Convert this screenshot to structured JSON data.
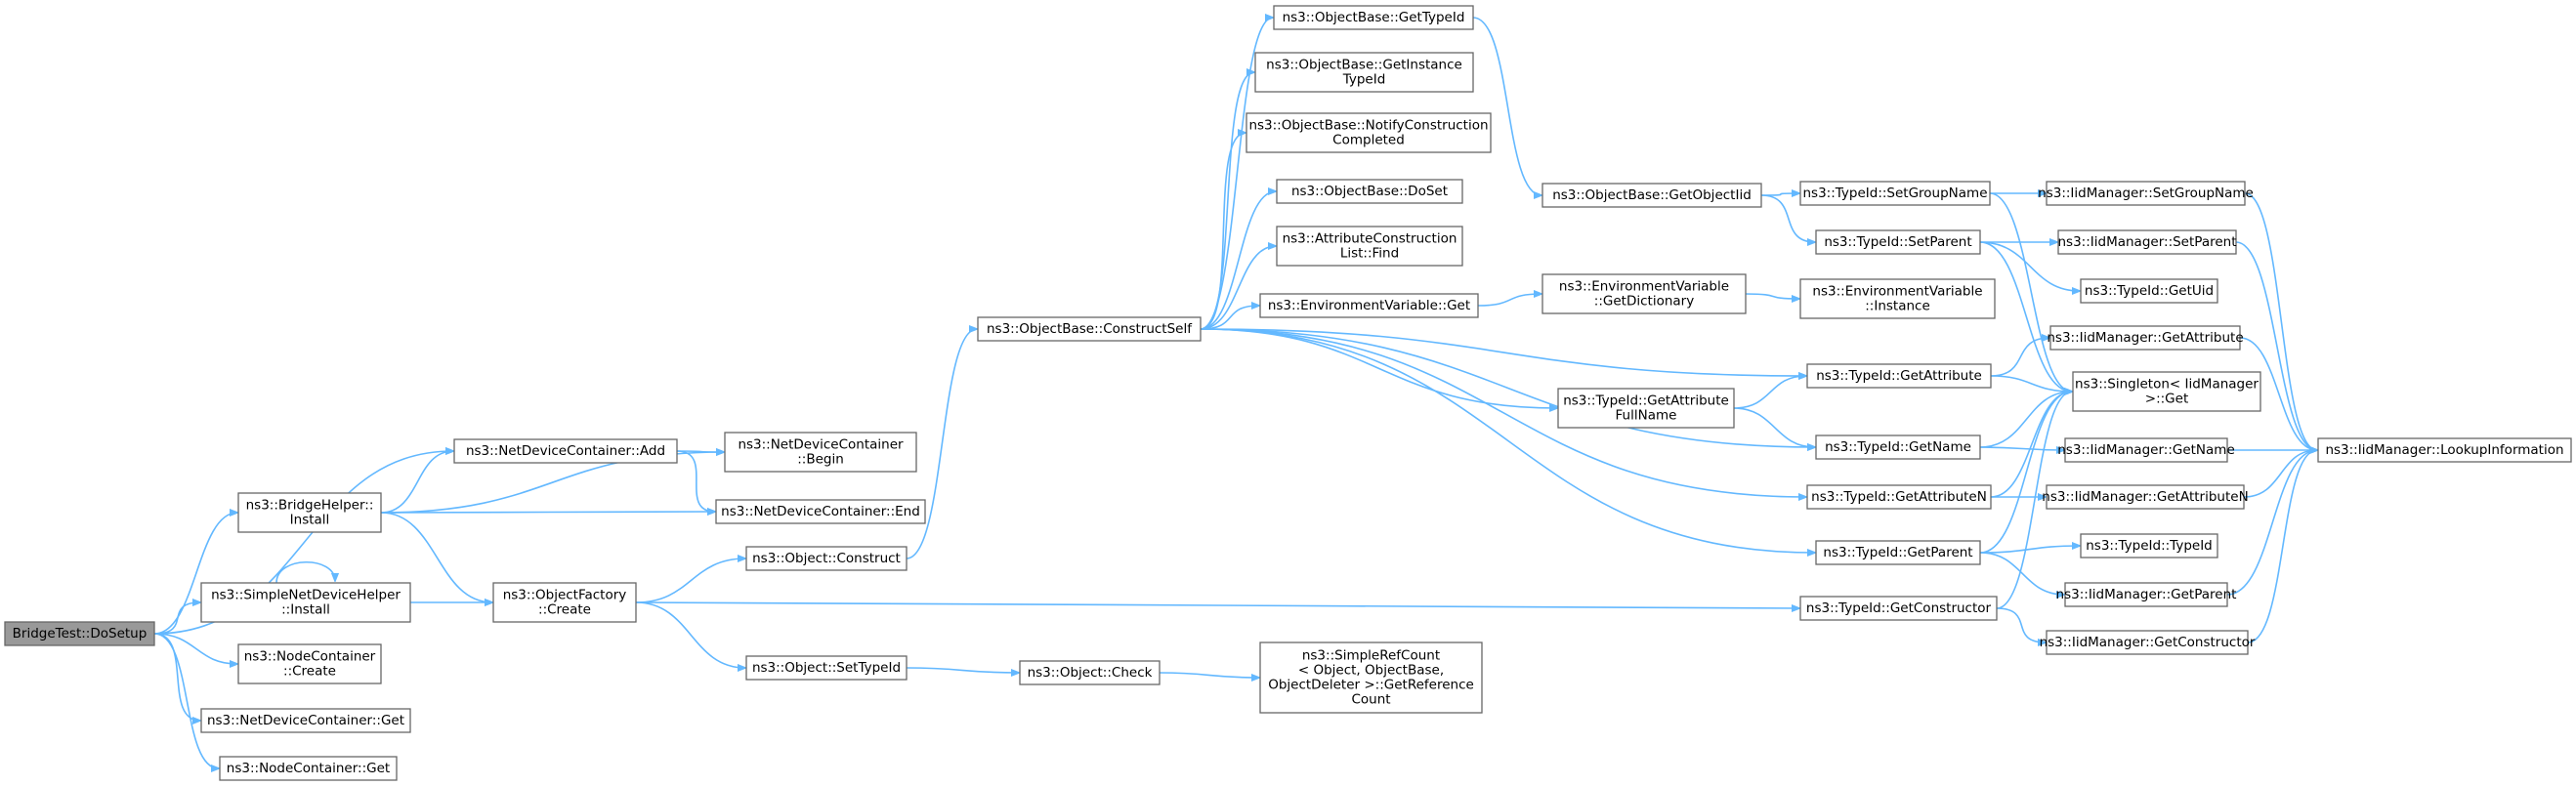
{
  "graph": {
    "title": "BridgeTest::DoSetup call graph",
    "colors": {
      "edge": "#63b8ff",
      "node_border": "#666666",
      "root_fill": "#999999",
      "node_fill": "#ffffff"
    },
    "nodes": [
      {
        "id": "root",
        "lines": [
          "BridgeTest::DoSetup"
        ]
      },
      {
        "id": "ndc_add",
        "lines": [
          "ns3::NetDeviceContainer::Add"
        ]
      },
      {
        "id": "bh_install",
        "lines": [
          "ns3::BridgeHelper::",
          "Install"
        ]
      },
      {
        "id": "sndh_install",
        "lines": [
          "ns3::SimpleNetDeviceHelper",
          "::Install"
        ]
      },
      {
        "id": "nc_create",
        "lines": [
          "ns3::NodeContainer",
          "::Create"
        ]
      },
      {
        "id": "ndc_get",
        "lines": [
          "ns3::NetDeviceContainer::Get"
        ]
      },
      {
        "id": "nc_get",
        "lines": [
          "ns3::NodeContainer::Get"
        ]
      },
      {
        "id": "ndc_begin",
        "lines": [
          "ns3::NetDeviceContainer",
          "::Begin"
        ]
      },
      {
        "id": "ndc_end",
        "lines": [
          "ns3::NetDeviceContainer::End"
        ]
      },
      {
        "id": "of_create",
        "lines": [
          "ns3::ObjectFactory",
          "::Create"
        ]
      },
      {
        "id": "obj_construct",
        "lines": [
          "ns3::Object::Construct"
        ]
      },
      {
        "id": "obj_settypeid",
        "lines": [
          "ns3::Object::SetTypeId"
        ]
      },
      {
        "id": "ob_constructself",
        "lines": [
          "ns3::ObjectBase::ConstructSelf"
        ]
      },
      {
        "id": "obj_check",
        "lines": [
          "ns3::Object::Check"
        ]
      },
      {
        "id": "ob_gettypeid",
        "lines": [
          "ns3::ObjectBase::GetTypeId"
        ]
      },
      {
        "id": "ob_getinstance",
        "lines": [
          "ns3::ObjectBase::GetInstance",
          "TypeId"
        ]
      },
      {
        "id": "ob_notify",
        "lines": [
          "ns3::ObjectBase::NotifyConstruction",
          "Completed"
        ]
      },
      {
        "id": "ob_doset",
        "lines": [
          "ns3::ObjectBase::DoSet"
        ]
      },
      {
        "id": "acl_find",
        "lines": [
          "ns3::AttributeConstruction",
          "List::Find"
        ]
      },
      {
        "id": "ev_get",
        "lines": [
          "ns3::EnvironmentVariable::Get"
        ]
      },
      {
        "id": "srfc",
        "lines": [
          "ns3::SimpleRefCount",
          "< Object, ObjectBase,",
          " ObjectDeleter >::GetReference",
          "Count"
        ]
      },
      {
        "id": "ob_getobjectiid",
        "lines": [
          "ns3::ObjectBase::GetObjectIid"
        ]
      },
      {
        "id": "ev_getdict",
        "lines": [
          "ns3::EnvironmentVariable",
          "::GetDictionary"
        ]
      },
      {
        "id": "ti_getattrfullname",
        "lines": [
          "ns3::TypeId::GetAttribute",
          "FullName"
        ]
      },
      {
        "id": "ti_setgroupname",
        "lines": [
          "ns3::TypeId::SetGroupName"
        ]
      },
      {
        "id": "ti_setparent",
        "lines": [
          "ns3::TypeId::SetParent"
        ]
      },
      {
        "id": "ev_instance",
        "lines": [
          "ns3::EnvironmentVariable",
          "::Instance"
        ]
      },
      {
        "id": "ti_getattribute",
        "lines": [
          "ns3::TypeId::GetAttribute"
        ]
      },
      {
        "id": "ti_getname",
        "lines": [
          "ns3::TypeId::GetName"
        ]
      },
      {
        "id": "ti_getattributen",
        "lines": [
          "ns3::TypeId::GetAttributeN"
        ]
      },
      {
        "id": "ti_getparent",
        "lines": [
          "ns3::TypeId::GetParent"
        ]
      },
      {
        "id": "ti_getconstructor",
        "lines": [
          "ns3::TypeId::GetConstructor"
        ]
      },
      {
        "id": "im_setgroupname",
        "lines": [
          "ns3::IidManager::SetGroupName"
        ]
      },
      {
        "id": "im_setparent",
        "lines": [
          "ns3::IidManager::SetParent"
        ]
      },
      {
        "id": "ti_getuid",
        "lines": [
          "ns3::TypeId::GetUid"
        ]
      },
      {
        "id": "im_getattribute",
        "lines": [
          "ns3::IidManager::GetAttribute"
        ]
      },
      {
        "id": "singleton_get",
        "lines": [
          "ns3::Singleton< IidManager",
          " >::Get"
        ]
      },
      {
        "id": "im_getname",
        "lines": [
          "ns3::IidManager::GetName"
        ]
      },
      {
        "id": "im_getattributen",
        "lines": [
          "ns3::IidManager::GetAttributeN"
        ]
      },
      {
        "id": "ti_typeid",
        "lines": [
          "ns3::TypeId::TypeId"
        ]
      },
      {
        "id": "im_getparent",
        "lines": [
          "ns3::IidManager::GetParent"
        ]
      },
      {
        "id": "im_getconstructor",
        "lines": [
          "ns3::IidManager::GetConstructor"
        ]
      },
      {
        "id": "im_lookup",
        "lines": [
          "ns3::IidManager::LookupInformation"
        ]
      }
    ],
    "edges": [
      [
        "root",
        "ndc_add"
      ],
      [
        "root",
        "bh_install"
      ],
      [
        "root",
        "sndh_install"
      ],
      [
        "root",
        "nc_create"
      ],
      [
        "root",
        "ndc_get"
      ],
      [
        "root",
        "nc_get"
      ],
      [
        "bh_install",
        "ndc_add"
      ],
      [
        "bh_install",
        "ndc_begin"
      ],
      [
        "bh_install",
        "ndc_end"
      ],
      [
        "bh_install",
        "of_create"
      ],
      [
        "ndc_add",
        "ndc_begin"
      ],
      [
        "ndc_add",
        "ndc_end"
      ],
      [
        "sndh_install",
        "sndh_install"
      ],
      [
        "sndh_install",
        "of_create"
      ],
      [
        "of_create",
        "obj_construct"
      ],
      [
        "of_create",
        "obj_settypeid"
      ],
      [
        "of_create",
        "ti_getconstructor"
      ],
      [
        "obj_construct",
        "ob_constructself"
      ],
      [
        "obj_settypeid",
        "obj_check"
      ],
      [
        "obj_check",
        "srfc"
      ],
      [
        "ob_constructself",
        "ob_gettypeid"
      ],
      [
        "ob_constructself",
        "ob_getinstance"
      ],
      [
        "ob_constructself",
        "ob_notify"
      ],
      [
        "ob_constructself",
        "ob_doset"
      ],
      [
        "ob_constructself",
        "acl_find"
      ],
      [
        "ob_constructself",
        "ev_get"
      ],
      [
        "ob_constructself",
        "ti_getattribute"
      ],
      [
        "ob_constructself",
        "ti_getattrfullname"
      ],
      [
        "ob_constructself",
        "ti_getname"
      ],
      [
        "ob_constructself",
        "ti_getattributen"
      ],
      [
        "ob_constructself",
        "ti_getparent"
      ],
      [
        "ob_gettypeid",
        "ob_getobjectiid"
      ],
      [
        "ob_getobjectiid",
        "ti_setgroupname"
      ],
      [
        "ob_getobjectiid",
        "ti_setparent"
      ],
      [
        "ev_get",
        "ev_getdict"
      ],
      [
        "ev_getdict",
        "ev_instance"
      ],
      [
        "ti_getattrfullname",
        "ti_getattribute"
      ],
      [
        "ti_getattrfullname",
        "ti_getname"
      ],
      [
        "ti_setgroupname",
        "im_setgroupname"
      ],
      [
        "ti_setgroupname",
        "singleton_get"
      ],
      [
        "ti_setparent",
        "im_setparent"
      ],
      [
        "ti_setparent",
        "ti_getuid"
      ],
      [
        "ti_setparent",
        "singleton_get"
      ],
      [
        "ti_getattribute",
        "im_getattribute"
      ],
      [
        "ti_getattribute",
        "singleton_get"
      ],
      [
        "ti_getname",
        "singleton_get"
      ],
      [
        "ti_getname",
        "im_getname"
      ],
      [
        "ti_getattributen",
        "singleton_get"
      ],
      [
        "ti_getattributen",
        "im_getattributen"
      ],
      [
        "ti_getparent",
        "singleton_get"
      ],
      [
        "ti_getparent",
        "ti_typeid"
      ],
      [
        "ti_getparent",
        "im_getparent"
      ],
      [
        "ti_getconstructor",
        "singleton_get"
      ],
      [
        "ti_getconstructor",
        "im_getconstructor"
      ],
      [
        "im_setgroupname",
        "im_lookup"
      ],
      [
        "im_setparent",
        "im_lookup"
      ],
      [
        "im_getattribute",
        "im_lookup"
      ],
      [
        "im_getname",
        "im_lookup"
      ],
      [
        "im_getattributen",
        "im_lookup"
      ],
      [
        "im_getparent",
        "im_lookup"
      ],
      [
        "im_getconstructor",
        "im_lookup"
      ]
    ]
  }
}
